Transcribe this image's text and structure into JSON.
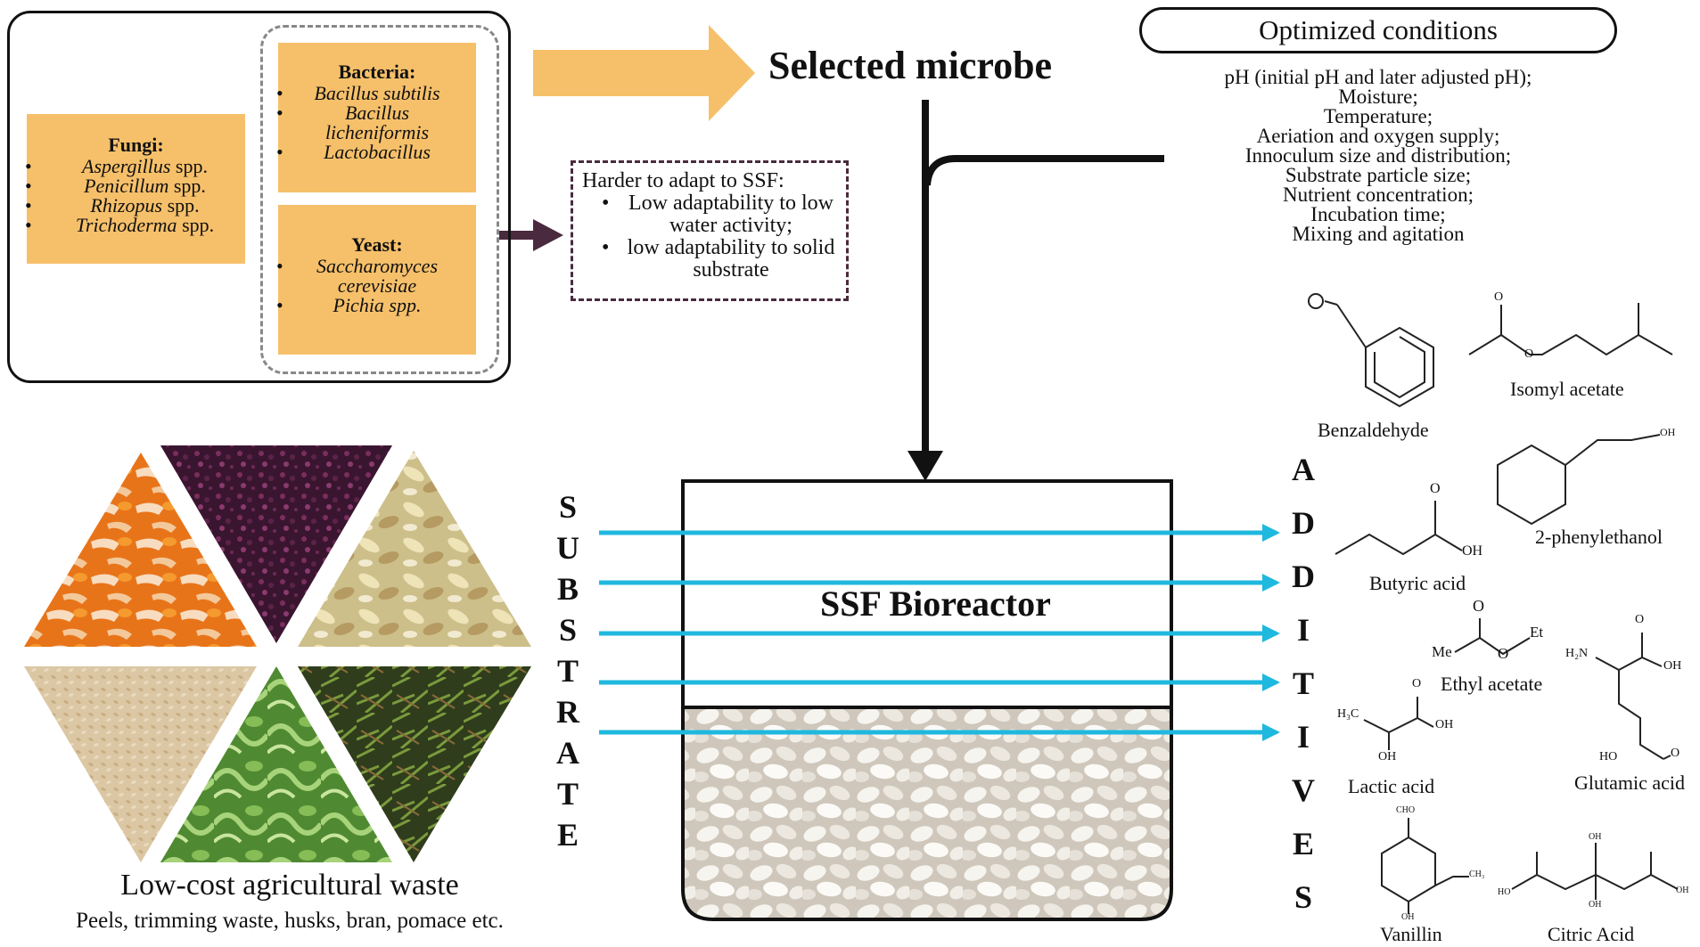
{
  "microbes": {
    "fungi": {
      "heading": "Fungi:",
      "items": [
        {
          "name": "Aspergillus",
          "suffix": " spp."
        },
        {
          "name": "Penicillum",
          "suffix": " spp."
        },
        {
          "name": "Rhizopus",
          "suffix": " spp."
        },
        {
          "name": "Trichoderma",
          "suffix": " spp."
        }
      ]
    },
    "bacteria": {
      "heading": "Bacteria:",
      "items": [
        "Bacillus subtilis",
        "Bacillus licheniformis",
        "Lactobacillus"
      ]
    },
    "yeast": {
      "heading": "Yeast:",
      "items": [
        "Saccharomyces cerevisiae",
        "Pichia spp."
      ]
    }
  },
  "selected_microbe": "Selected microbe",
  "harder_to_adapt": {
    "title": "Harder to adapt to SSF:",
    "items": [
      "Low adaptability to low water activity;",
      "low adaptability to solid substrate"
    ]
  },
  "optimized_conditions": {
    "title": "Optimized conditions",
    "items": [
      "pH (initial pH and later adjusted pH);",
      "Moisture;",
      "Temperature;",
      "Aeriation and oxygen supply;",
      "Innoculum size and distribution;",
      "Substrate particle size;",
      "Nutrient concentration;",
      "Incubation time;",
      "Mixing and agitation"
    ]
  },
  "bioreactor": {
    "label": "SSF Bioreactor"
  },
  "substrate_letters": [
    "S",
    "U",
    "B",
    "S",
    "T",
    "R",
    "A",
    "T",
    "E"
  ],
  "additives_letters": [
    "A",
    "D",
    "D",
    "I",
    "T",
    "I",
    "V",
    "E",
    "S"
  ],
  "waste": {
    "title": "Low-cost agricultural waste",
    "subtitle": "Peels, trimming waste, husks, bran, pomace etc."
  },
  "additives": {
    "benzaldehyde": "Benzaldehyde",
    "isomyl_acetate": "Isomyl acetate",
    "phenylethanol": "2-phenylethanol",
    "butyric_acid": "Butyric acid",
    "ethyl_acetate": "Ethyl acetate",
    "lactic_acid": "Lactic acid",
    "glutamic_acid": "Glutamic acid",
    "vanillin": "Vanillin",
    "citric_acid": "Citric Acid"
  },
  "atom_labels": {
    "oh": "OH",
    "o": "O",
    "me": "Me",
    "et": "Et",
    "h2n": "H₂N",
    "h3c": "H₃C",
    "ho": "HO",
    "cho": "CHO",
    "ch3": "CH₃"
  },
  "colors": {
    "orange_box": "#f6c06a",
    "orange_arrow": "#f6c06a",
    "cyan_arrow": "#1fb8df",
    "dark_arrow": "#4a2a3e",
    "outline": "#111111"
  }
}
